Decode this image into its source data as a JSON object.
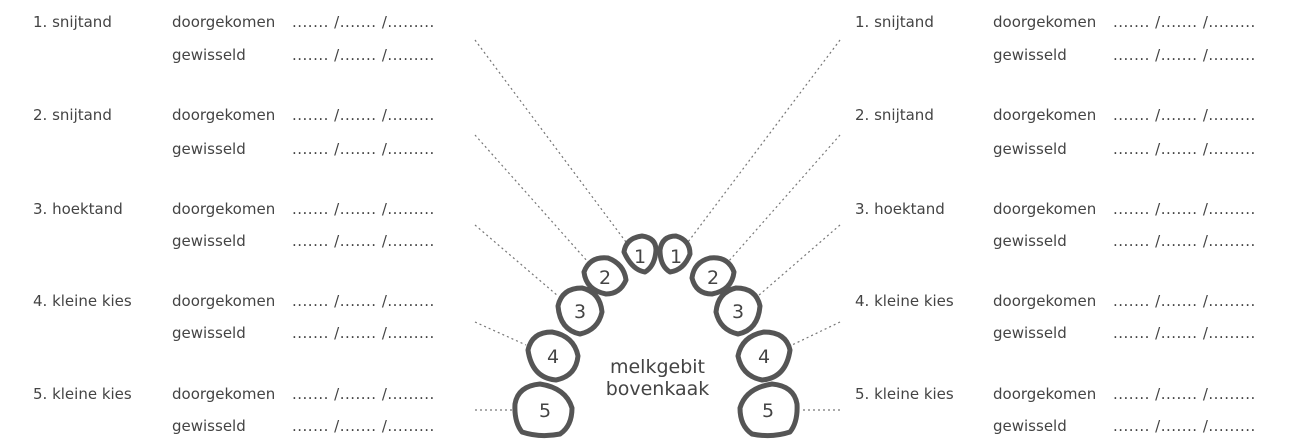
{
  "left": {
    "teeth": [
      {
        "name": "1. snijtand",
        "erupted_label": "doorgekomen",
        "changed_label": "gewisseld",
        "date_blank": "....... /....... /........."
      },
      {
        "name": "2. snijtand",
        "erupted_label": "doorgekomen",
        "changed_label": "gewisseld",
        "date_blank": "....... /....... /........."
      },
      {
        "name": "3. hoektand",
        "erupted_label": "doorgekomen",
        "changed_label": "gewisseld",
        "date_blank": "....... /....... /........."
      },
      {
        "name": "4. kleine kies",
        "erupted_label": "doorgekomen",
        "changed_label": "gewisseld",
        "date_blank": "....... /....... /........."
      },
      {
        "name": "5. kleine kies",
        "erupted_label": "doorgekomen",
        "changed_label": "gewisseld",
        "date_blank": "....... /....... /........."
      }
    ]
  },
  "right": {
    "teeth": [
      {
        "name": "1. snijtand",
        "erupted_label": "doorgekomen",
        "changed_label": "gewisseld",
        "date_blank": "....... /....... /........."
      },
      {
        "name": "2. snijtand",
        "erupted_label": "doorgekomen",
        "changed_label": "gewisseld",
        "date_blank": "....... /....... /........."
      },
      {
        "name": "3. hoektand",
        "erupted_label": "doorgekomen",
        "changed_label": "gewisseld",
        "date_blank": "....... /....... /........."
      },
      {
        "name": "4. kleine kies",
        "erupted_label": "doorgekomen",
        "changed_label": "gewisseld",
        "date_blank": "....... /....... /........."
      },
      {
        "name": "5. kleine kies",
        "erupted_label": "doorgekomen",
        "changed_label": "gewisseld",
        "date_blank": "....... /....... /........."
      }
    ]
  },
  "jaw": {
    "label_line1": "melkgebit",
    "label_line2": "bovenkaak",
    "tooth_numbers": [
      "1",
      "2",
      "3",
      "4",
      "5"
    ],
    "outline_color": "#555555",
    "leader_color": "#777777"
  }
}
